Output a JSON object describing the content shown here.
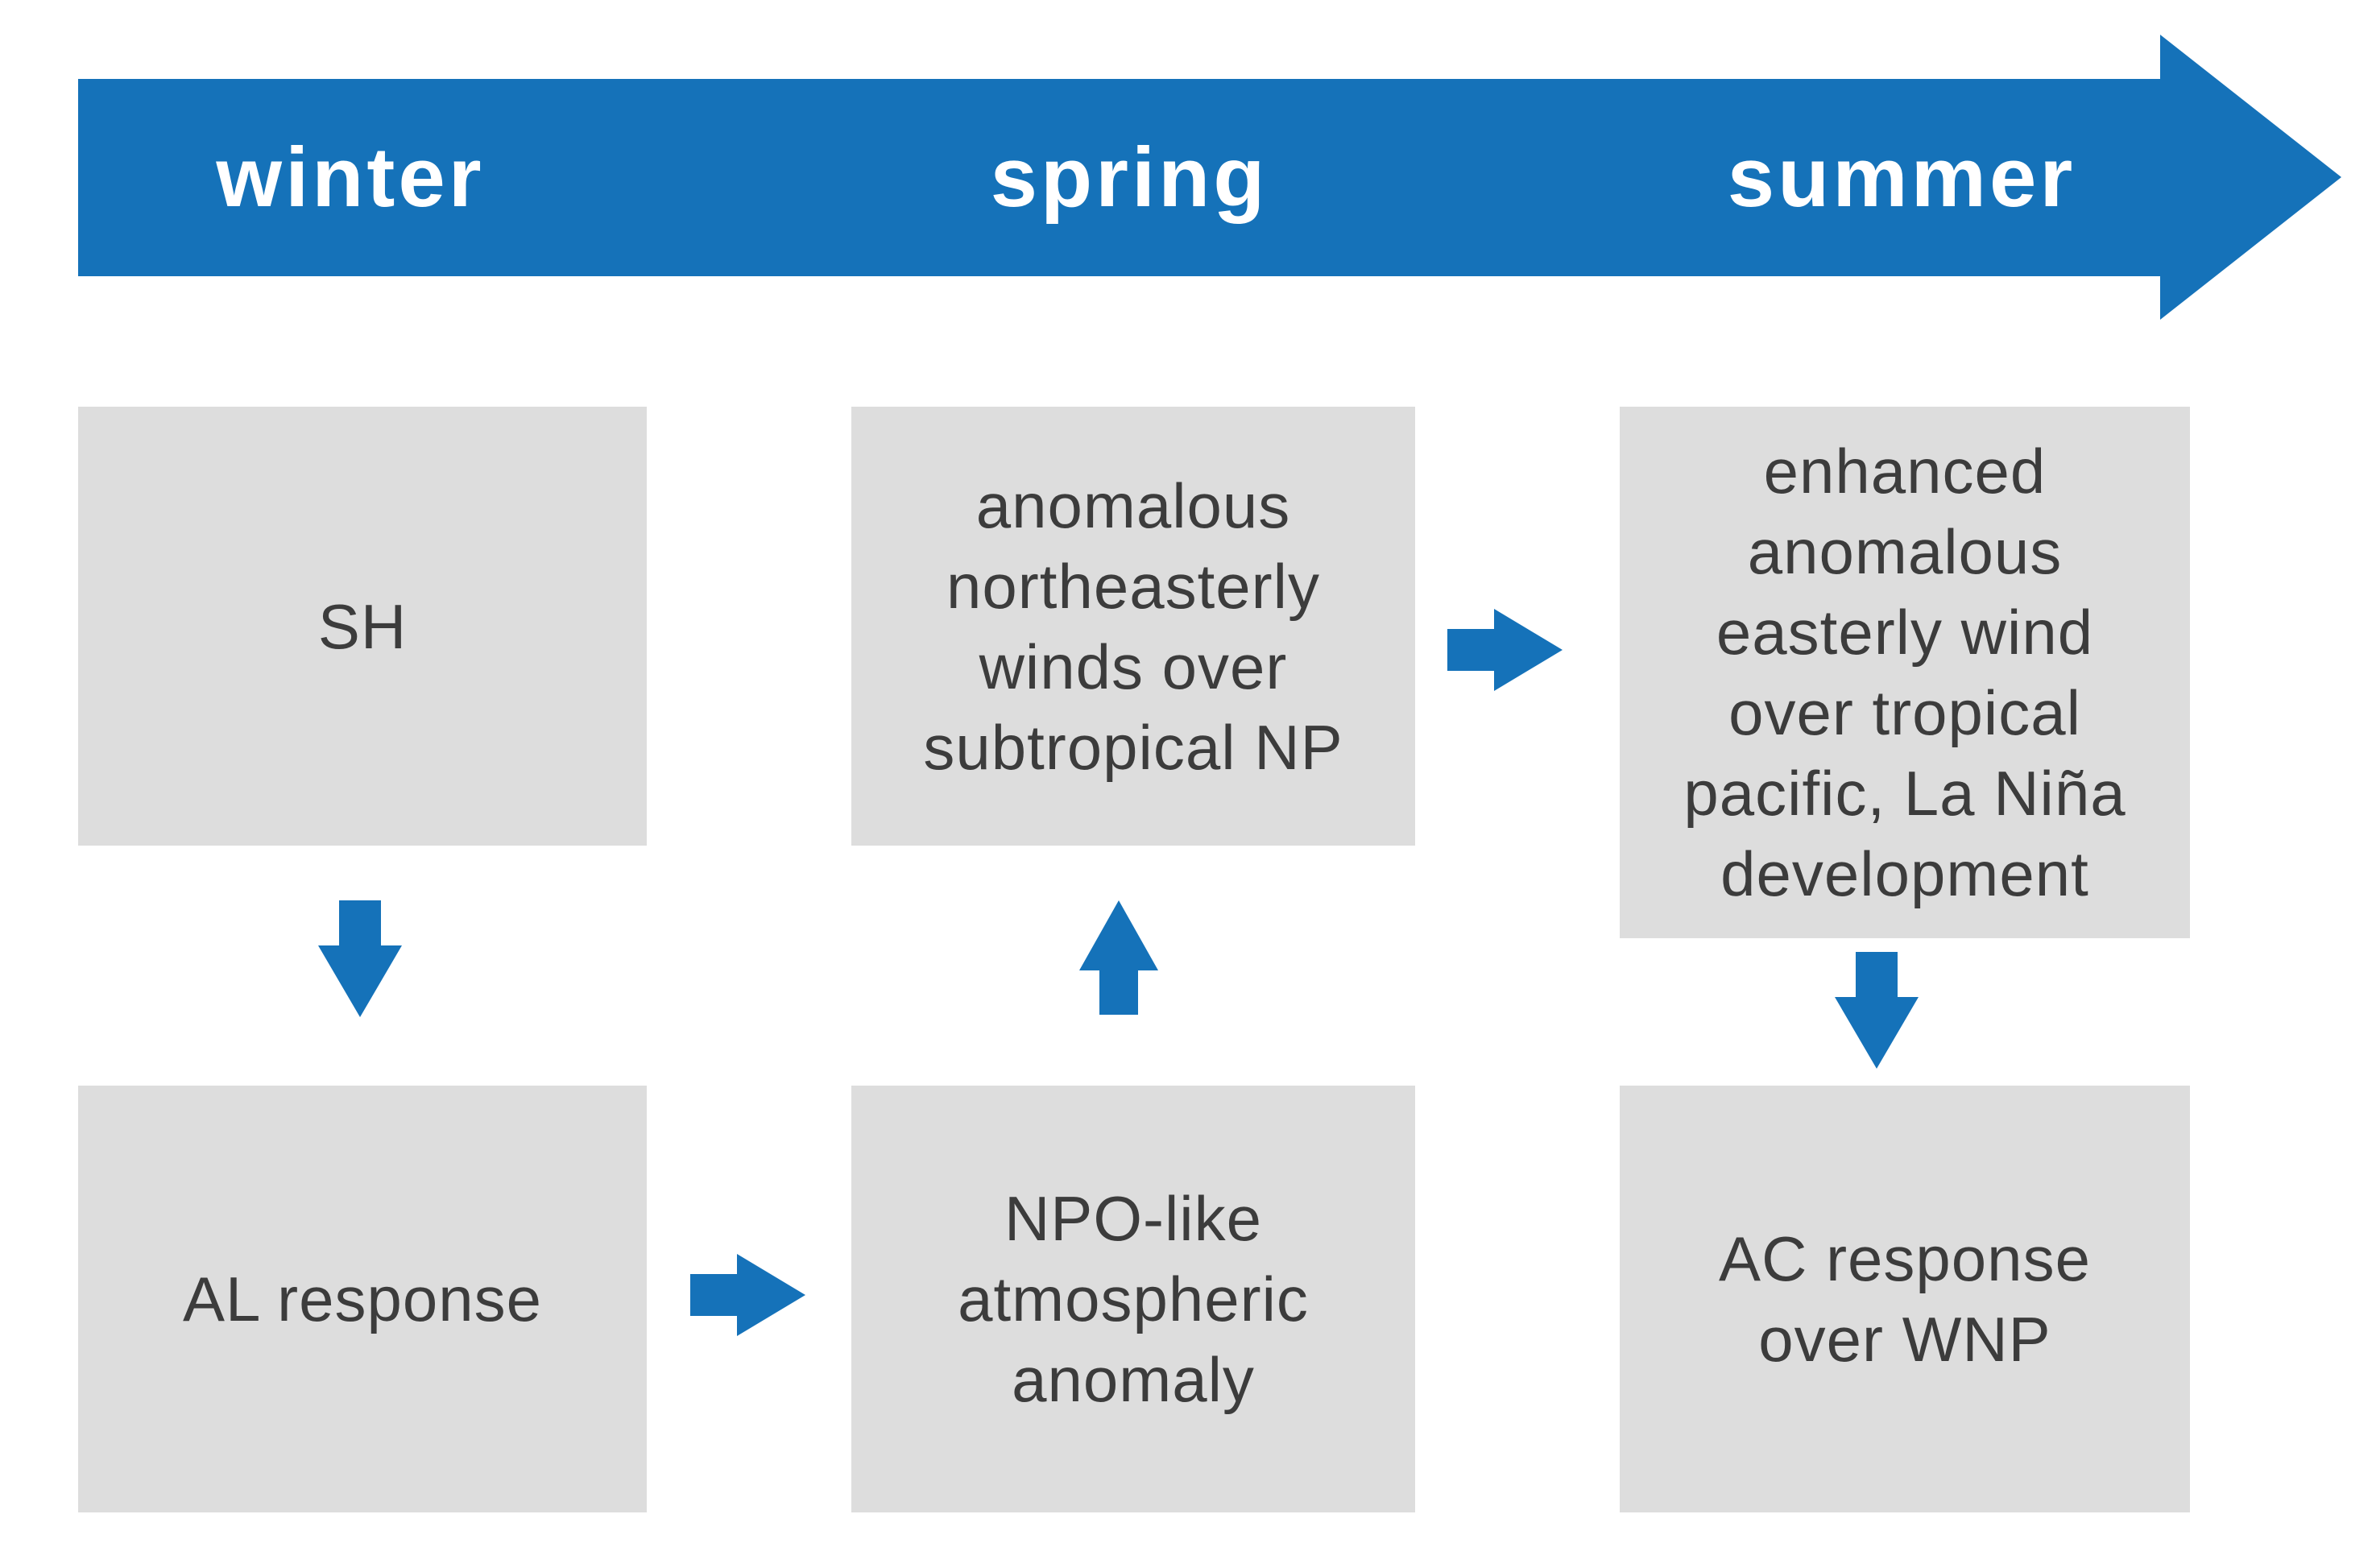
{
  "colors": {
    "accent_blue": "#1572B9",
    "box_gray": "#DDDDDD",
    "box_text": "#3C3C3C",
    "banner_text": "#FFFFFF",
    "page_bg": "#FFFFFF"
  },
  "timeline": {
    "direction": "right",
    "seasons": [
      {
        "label": "winter"
      },
      {
        "label": "spring"
      },
      {
        "label": "summer"
      }
    ]
  },
  "boxes": {
    "sh": {
      "lines": [
        "SH"
      ]
    },
    "winds": {
      "lines": [
        "anomalous",
        "northeasterly",
        "winds over",
        "subtropical NP"
      ]
    },
    "enhanced": {
      "lines": [
        "enhanced",
        "anomalous",
        "easterly wind",
        "over tropical",
        "pacific, La Niña",
        "development"
      ]
    },
    "al": {
      "lines": [
        "AL response"
      ]
    },
    "npo": {
      "lines": [
        "NPO-like",
        "atmospheric",
        "anomaly"
      ]
    },
    "ac": {
      "lines": [
        "AC response",
        "over WNP"
      ]
    }
  },
  "arrows": {
    "timeline": {
      "from": "winter",
      "to": "summer",
      "direction": "right"
    },
    "sh_to_al": {
      "from": "SH",
      "to": "AL response",
      "direction": "down"
    },
    "al_to_npo": {
      "from": "AL response",
      "to": "NPO-like atmospheric anomaly",
      "direction": "right"
    },
    "npo_to_winds": {
      "from": "NPO-like atmospheric anomaly",
      "to": "anomalous northeasterly winds over subtropical NP",
      "direction": "up"
    },
    "winds_to_enhanced": {
      "from": "anomalous northeasterly winds over subtropical NP",
      "to": "enhanced anomalous easterly wind over tropical pacific, La Niña development",
      "direction": "right"
    },
    "enhanced_to_ac": {
      "from": "enhanced anomalous easterly wind over tropical pacific, La Niña development",
      "to": "AC response over WNP",
      "direction": "down"
    }
  }
}
